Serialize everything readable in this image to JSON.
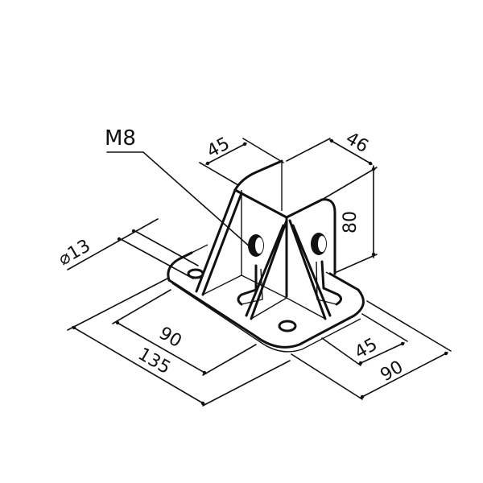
{
  "drawing": {
    "type": "isometric technical drawing",
    "subject": "floor mounting bracket with square socket and gusset ribs",
    "background": "#ffffff",
    "line_color": "#111111"
  },
  "labels": {
    "thread": "M8"
  },
  "dimensions": {
    "socket_width": "45",
    "socket_depth": "46",
    "socket_height": "80",
    "hole_diameter": "⌀13",
    "base_inner_length": "90",
    "base_outer_length": "135",
    "base_inner_width": "45",
    "base_outer_width": "90"
  }
}
